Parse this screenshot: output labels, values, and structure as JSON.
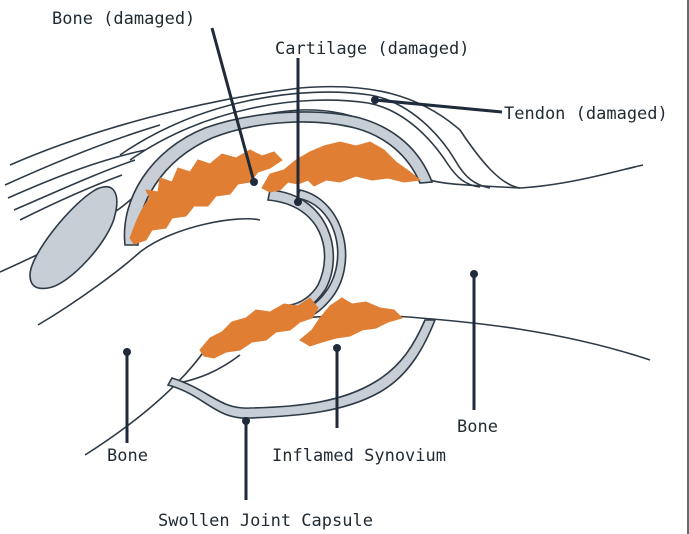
{
  "labels": {
    "bone_damaged": "Bone (damaged)",
    "cartilage_damaged": "Cartilage (damaged)",
    "tendon_damaged": "Tendon (damaged)",
    "bone_left": "Bone",
    "bone_right": "Bone",
    "inflamed_synovium": "Inflamed Synovium",
    "swollen_joint_capsule": "Swollen Joint Capsule"
  },
  "colors": {
    "line": "#2e3a46",
    "cartilage_fill": "#c7ced6",
    "synovium": "#e07f34",
    "dot": "#1f2a3a",
    "background": "#ffffff"
  }
}
